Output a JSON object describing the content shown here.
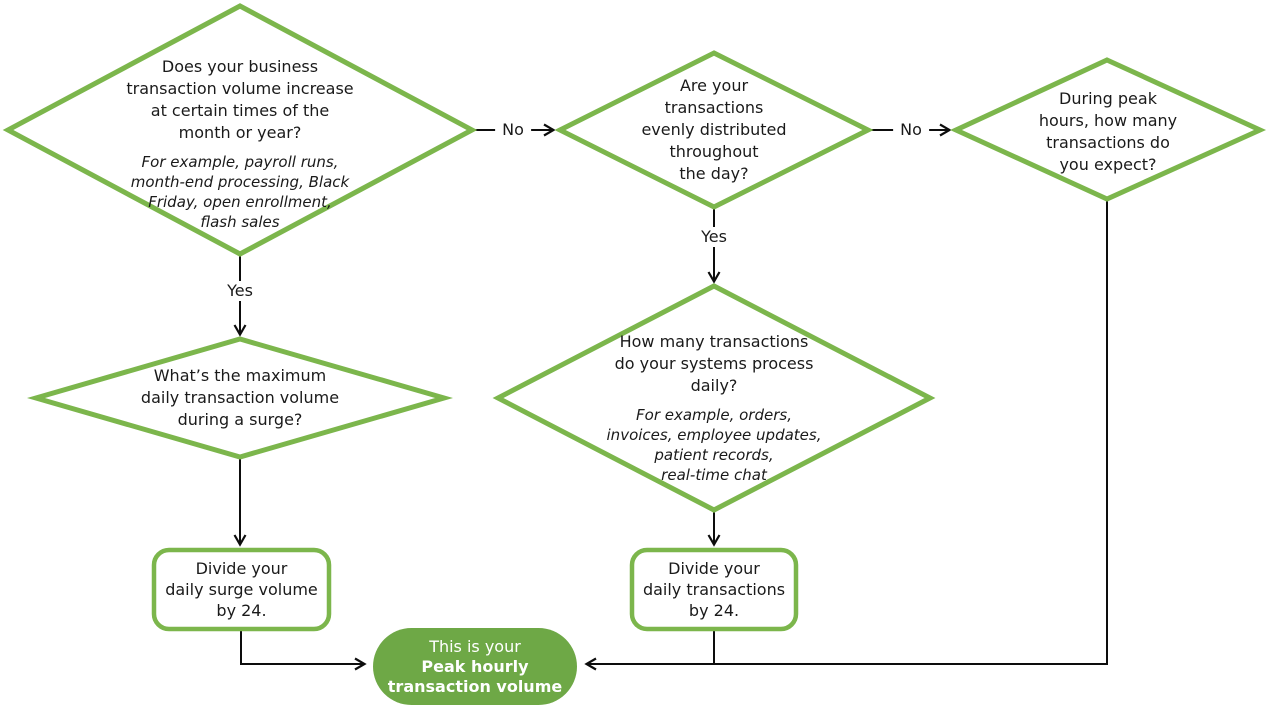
{
  "palette": {
    "green_stroke": "#7cb64c",
    "pill_fill": "#6ea846",
    "line": "#0d0d0d",
    "text": "#1a1a1a"
  },
  "decisions": {
    "seasonal_surge": {
      "question": [
        "Does your business",
        "transaction volume increase",
        "at certain times of the",
        "month or year?"
      ],
      "example": [
        "For example, payroll runs,",
        "month-end processing, Black",
        "Friday, open enrollment,",
        "flash sales"
      ]
    },
    "evenly_distributed": {
      "question": [
        "Are your",
        "transactions",
        "evenly distributed",
        "throughout",
        "the day?"
      ]
    },
    "peak_hours": {
      "question": [
        "During peak",
        "hours, how many",
        "transactions do",
        "you expect?"
      ]
    },
    "max_surge_volume": {
      "question": [
        "What’s the maximum",
        "daily transaction volume",
        "during a surge?"
      ]
    },
    "daily_volume": {
      "question": [
        "How many transactions",
        "do your systems process",
        "daily?"
      ],
      "example": [
        "For example, orders,",
        "invoices, employee updates,",
        "patient records,",
        "real-time chat"
      ]
    }
  },
  "processes": {
    "divide_surge": [
      "Divide your",
      "daily surge volume",
      "by 24."
    ],
    "divide_daily": [
      "Divide your",
      "daily transactions",
      "by 24."
    ]
  },
  "result": {
    "intro": "This is your",
    "emphasis": [
      "Peak hourly",
      "transaction volume"
    ]
  },
  "edge_labels": {
    "no_1": "No",
    "no_2": "No",
    "yes_1": "Yes",
    "yes_2": "Yes"
  }
}
